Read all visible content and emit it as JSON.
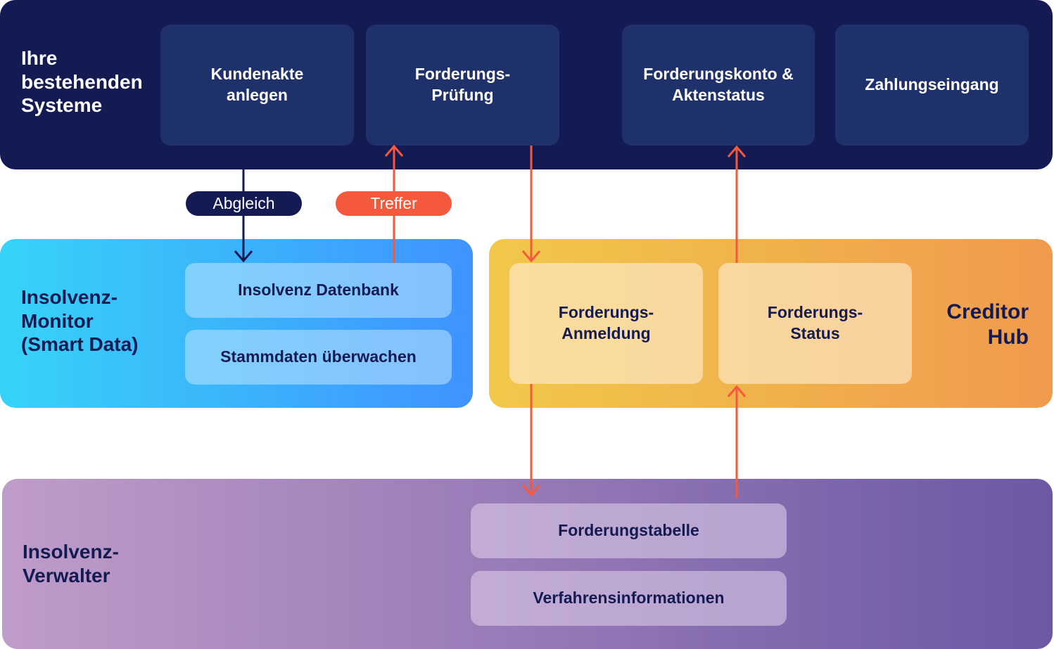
{
  "systems": {
    "title": "Ihre\nbestehenden\nSysteme",
    "boxes": {
      "kundenakte": "Kundenakte\nanlegen",
      "pruefung": "Forderungs-\nPrüfung",
      "konto": "Forderungskonto &\nAktenstatus",
      "zahlung": "Zahlungseingang"
    }
  },
  "connectors": {
    "abgleich": "Abgleich",
    "treffer": "Treffer"
  },
  "monitor": {
    "title": "Insolvenz-\nMonitor\n(Smart Data)",
    "boxes": {
      "datenbank": "Insolvenz Datenbank",
      "stammdaten": "Stammdaten überwachen"
    }
  },
  "hub": {
    "title": "Creditor\nHub",
    "boxes": {
      "anmeldung": "Forderungs-\nAnmeldung",
      "status": "Forderungs-\nStatus"
    }
  },
  "admin": {
    "title": "Insolvenz-\nVerwalter",
    "boxes": {
      "tabelle": "Forderungstabelle",
      "verfahren": "Verfahrensinformationen"
    }
  },
  "colors": {
    "navy": "#141a52",
    "box_navy": "#1f316b",
    "accent_red": "#f4593d",
    "monitor_start": "#37d3f7",
    "monitor_end": "#3f93ff",
    "hub_start": "#f1c84a",
    "hub_end": "#f09a4c",
    "admin_start": "#bf9cc9",
    "admin_end": "#6c58a4"
  }
}
